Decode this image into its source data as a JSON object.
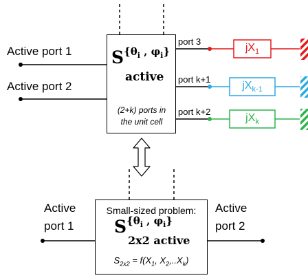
{
  "top": {
    "left_port_1": "Active port 1",
    "left_port_2": "Active port 2",
    "s_symbol": "S",
    "s_superscript": "{θ",
    "s_superscript_i": "i",
    "s_superscript_mid": " , φ",
    "s_superscript_i2": "i",
    "s_superscript_end": "}",
    "s_subscript": "active",
    "box_note_line1": "(2+k) ports in",
    "box_note_line2": "the unit cell",
    "ports": [
      {
        "label": "port 3",
        "impedance": "jX",
        "sub": "1",
        "color": "#e31a1c"
      },
      {
        "label": "port k+1",
        "impedance": "jX",
        "sub": "k-1",
        "color": "#2aa9e0"
      },
      {
        "label": "port k+2",
        "impedance": "jX",
        "sub": "k",
        "color": "#2db34a"
      }
    ]
  },
  "arrow_icon": "double-vertical-arrow",
  "bottom": {
    "left_label_1": "Active",
    "left_label_2": "port 1",
    "right_label_1": "Active",
    "right_label_2": "port 2",
    "box_title": "Small-sized problem:",
    "s_symbol": "S",
    "s_superscript": "{θ",
    "s_superscript_i": "i",
    "s_superscript_mid": " , φ",
    "s_superscript_i2": "i",
    "s_superscript_end": "}",
    "s_subscript": "2x2 active",
    "formula_lhs": "S",
    "formula_lhs_sub": "2x2",
    "formula_eq": " = f(X",
    "formula_x1_sub": "1",
    "formula_mid": ", X",
    "formula_x2_sub": "2",
    "formula_mid2": ",..X",
    "formula_xk_sub": "k",
    "formula_end": ")"
  }
}
